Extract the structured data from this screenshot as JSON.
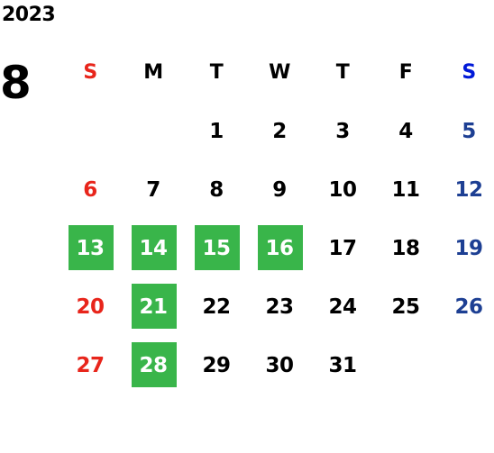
{
  "calendar": {
    "year": "2023",
    "month": "8",
    "weekdays": [
      {
        "label": "S",
        "kind": "sun"
      },
      {
        "label": "M",
        "kind": ""
      },
      {
        "label": "T",
        "kind": ""
      },
      {
        "label": "W",
        "kind": ""
      },
      {
        "label": "T",
        "kind": ""
      },
      {
        "label": "F",
        "kind": ""
      },
      {
        "label": "S",
        "kind": "sat-head"
      }
    ],
    "weeks": [
      [
        {
          "day": "",
          "highlighted": false
        },
        {
          "day": "",
          "highlighted": false
        },
        {
          "day": "1",
          "highlighted": false
        },
        {
          "day": "2",
          "highlighted": false
        },
        {
          "day": "3",
          "highlighted": false
        },
        {
          "day": "4",
          "highlighted": false
        },
        {
          "day": "5",
          "highlighted": false
        }
      ],
      [
        {
          "day": "6",
          "highlighted": false
        },
        {
          "day": "7",
          "highlighted": false
        },
        {
          "day": "8",
          "highlighted": false
        },
        {
          "day": "9",
          "highlighted": false
        },
        {
          "day": "10",
          "highlighted": false
        },
        {
          "day": "11",
          "highlighted": false
        },
        {
          "day": "12",
          "highlighted": false
        }
      ],
      [
        {
          "day": "13",
          "highlighted": true
        },
        {
          "day": "14",
          "highlighted": true
        },
        {
          "day": "15",
          "highlighted": true
        },
        {
          "day": "16",
          "highlighted": true
        },
        {
          "day": "17",
          "highlighted": false
        },
        {
          "day": "18",
          "highlighted": false
        },
        {
          "day": "19",
          "highlighted": false
        }
      ],
      [
        {
          "day": "20",
          "highlighted": false
        },
        {
          "day": "21",
          "highlighted": true
        },
        {
          "day": "22",
          "highlighted": false
        },
        {
          "day": "23",
          "highlighted": false
        },
        {
          "day": "24",
          "highlighted": false
        },
        {
          "day": "25",
          "highlighted": false
        },
        {
          "day": "26",
          "highlighted": false
        }
      ],
      [
        {
          "day": "27",
          "highlighted": false
        },
        {
          "day": "28",
          "highlighted": true
        },
        {
          "day": "29",
          "highlighted": false
        },
        {
          "day": "30",
          "highlighted": false
        },
        {
          "day": "31",
          "highlighted": false
        },
        {
          "day": "",
          "highlighted": false
        },
        {
          "day": "",
          "highlighted": false
        }
      ]
    ]
  },
  "colors": {
    "sunday": "#e8251b",
    "saturday": "#1d3f93",
    "saturday_header": "#0019d8",
    "highlight": "#39b54a",
    "text": "#000000"
  }
}
